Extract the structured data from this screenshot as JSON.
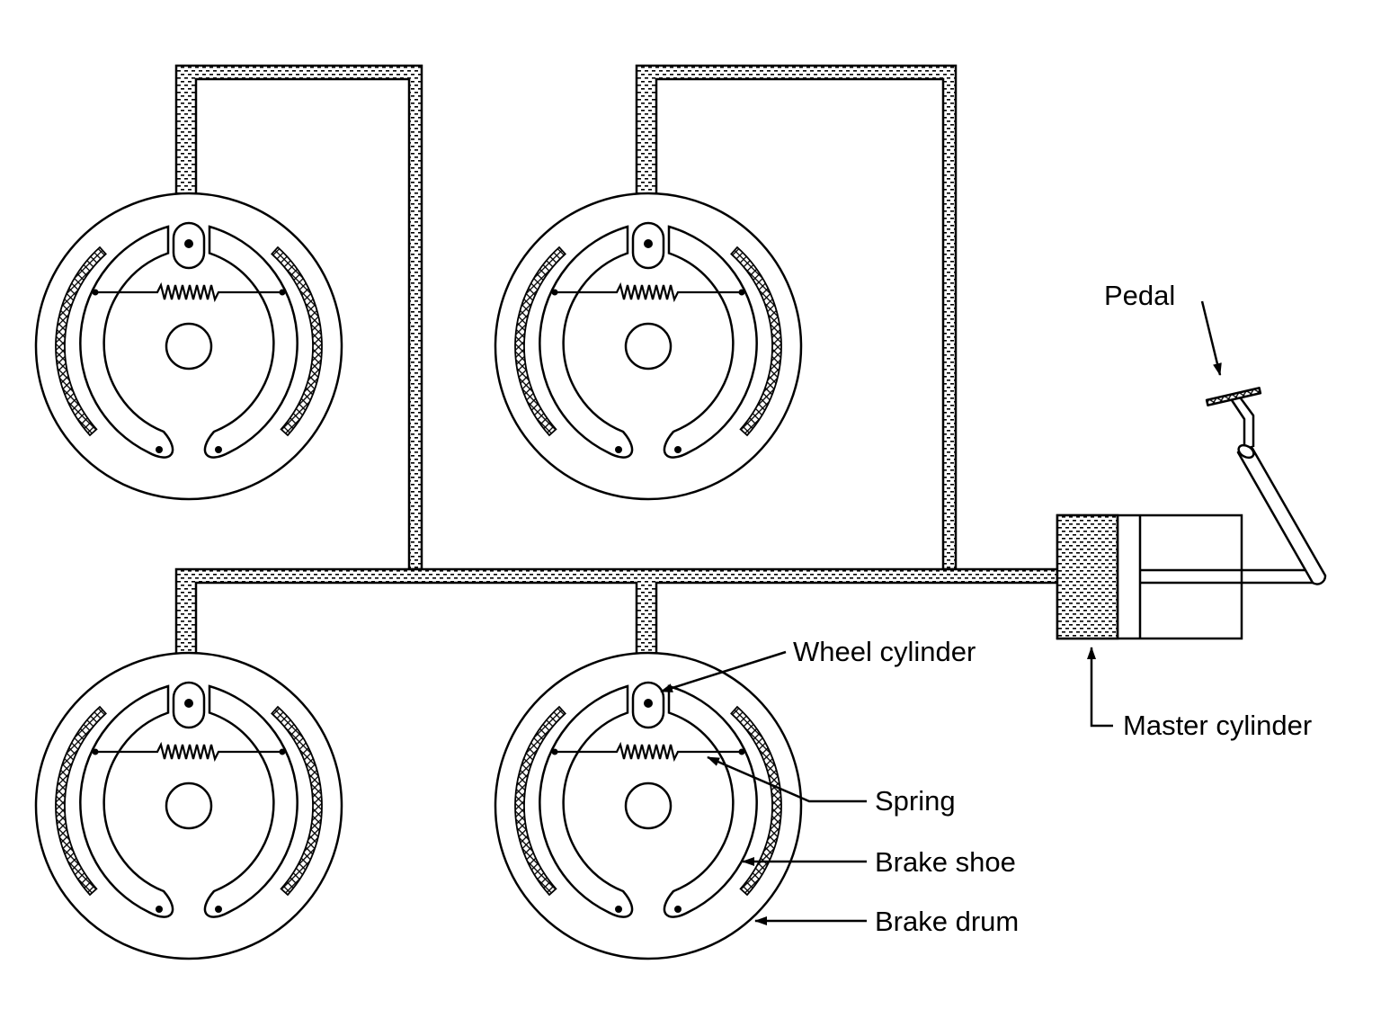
{
  "labels": {
    "pedal": "Pedal",
    "wheel_cylinder": "Wheel cylinder",
    "master_cylinder": "Master cylinder",
    "spring": "Spring",
    "brake_shoe": "Brake shoe",
    "brake_drum": "Brake drum"
  },
  "wheels": [
    {
      "position": "top-left"
    },
    {
      "position": "top-right"
    },
    {
      "position": "bottom-left"
    },
    {
      "position": "bottom-right"
    }
  ],
  "colors": {
    "stroke": "#000000",
    "background": "#ffffff",
    "fluid_hatch": "#000000"
  }
}
